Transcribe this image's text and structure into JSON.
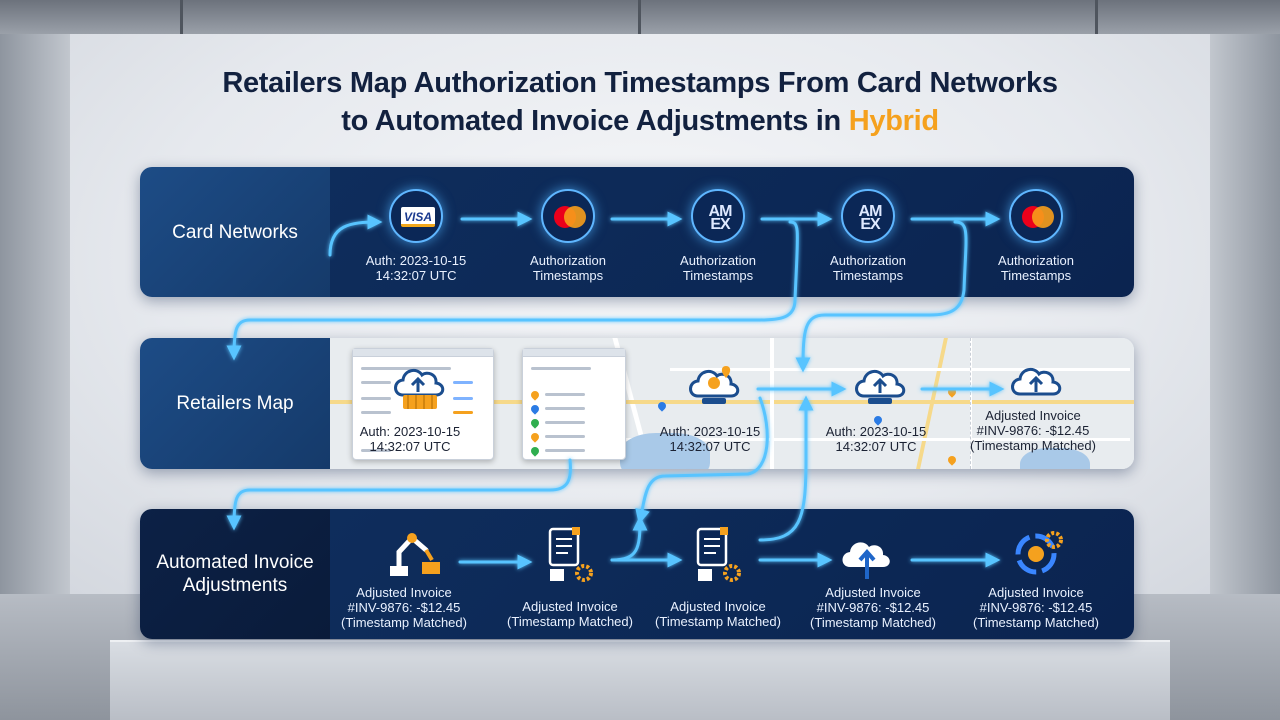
{
  "title": {
    "line1": "Retailers Map Authorization Timestamps From Card Networks",
    "line2_prefix": "to Automated Invoice Adjustments in ",
    "line2_highlight": "Hybrid"
  },
  "colors": {
    "accent": "#f5a11e",
    "navy": "#0e2d5c",
    "arrow": "#58c4ff"
  },
  "rows": {
    "card_networks": {
      "label": "Card Networks",
      "nodes": [
        {
          "icon": "visa-logo-icon",
          "logo_text": "VISA",
          "label_1": "Auth: 2023-10-15",
          "label_2": "14:32:07 UTC"
        },
        {
          "icon": "mastercard-logo-icon",
          "label_1": "Authorization",
          "label_2": "Timestamps"
        },
        {
          "icon": "amex-logo-icon",
          "logo_text_1": "AM",
          "logo_text_2": "EX",
          "label_1": "Authorization",
          "label_2": "Timestamps"
        },
        {
          "icon": "amex-logo-icon",
          "logo_text_1": "AM",
          "logo_text_2": "EX",
          "label_1": "Authorization",
          "label_2": "Timestamps"
        },
        {
          "icon": "mastercard-logo-icon",
          "label_1": "Authorization",
          "label_2": "Timestamps"
        }
      ]
    },
    "retailers_map": {
      "label": "Retailers Map",
      "nodes": [
        {
          "icon": "cloud-upload-icon",
          "label_1": "Auth: 2023-10-15",
          "label_2": "14:32:07 UTC"
        },
        {
          "icon": "cloud-location-icon",
          "label_1": "Auth: 2023-10-15",
          "label_2": "14:32:07 UTC"
        },
        {
          "icon": "cloud-upload-icon",
          "label_1": "Auth: 2023-10-15",
          "label_2": "14:32:07 UTC"
        },
        {
          "icon": "cloud-upload-icon",
          "label_1": "Adjusted Invoice",
          "label_2": "#INV-9876: -$12.45",
          "label_3": "(Timestamp Matched)"
        }
      ]
    },
    "invoice_adjustments": {
      "label_1": "Automated Invoice",
      "label_2": "Adjustments",
      "nodes": [
        {
          "icon": "robot-arm-icon",
          "label_1": "Adjusted Invoice",
          "label_2": "#INV-9876: -$12.45",
          "label_3": "(Timestamp Matched)"
        },
        {
          "icon": "invoice-gear-icon",
          "label_1": "Adjusted Invoice",
          "label_2": "(Timestamp Matched)"
        },
        {
          "icon": "invoice-gear-icon",
          "label_1": "Adjusted Invoice",
          "label_2": "(Timestamp Matched)"
        },
        {
          "icon": "cloud-upload-icon",
          "label_1": "Adjusted Invoice",
          "label_2": "#INV-9876: -$12.45",
          "label_3": "(Timestamp Matched)"
        },
        {
          "icon": "sync-gear-icon",
          "label_1": "Adjusted Invoice",
          "label_2": "#INV-9876: -$12.45",
          "label_3": "(Timestamp Matched)"
        }
      ]
    }
  }
}
